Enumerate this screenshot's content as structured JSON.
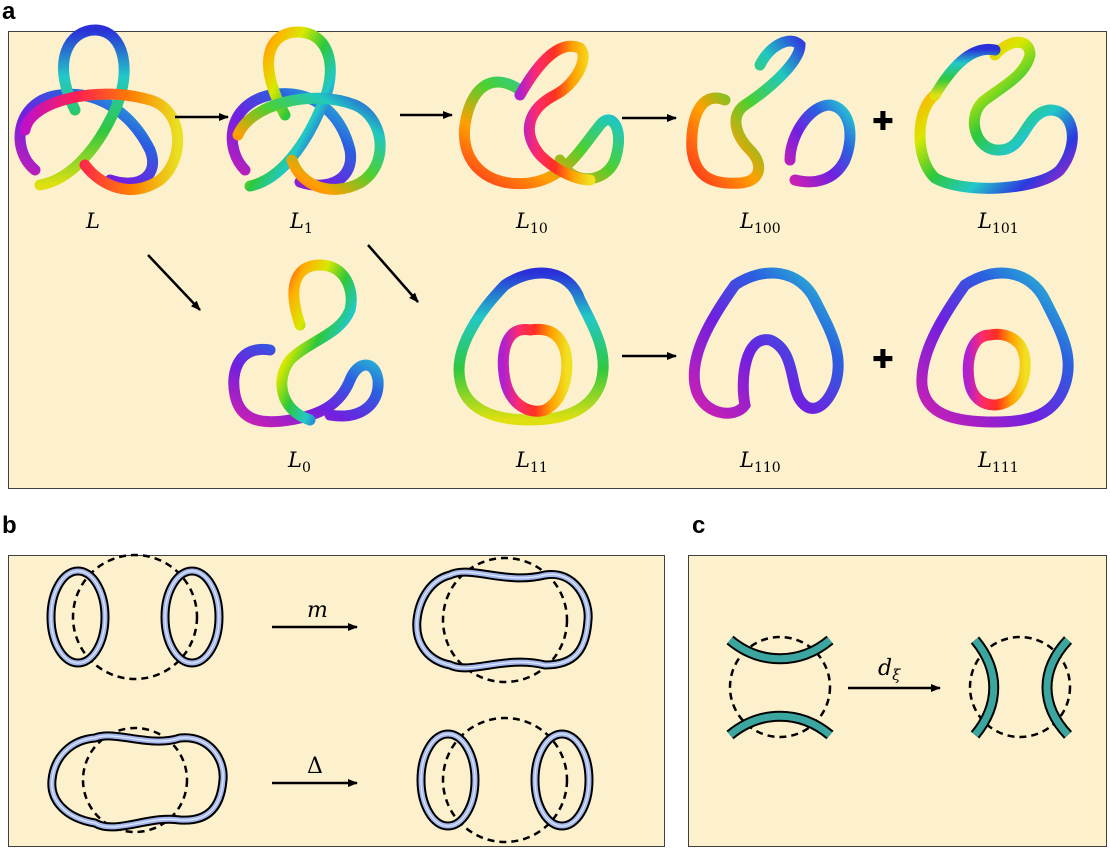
{
  "panel_labels": {
    "a": "a",
    "b": "b",
    "c": "c"
  },
  "panel_a": {
    "knots": [
      {
        "name": "L",
        "sub": ""
      },
      {
        "name": "L",
        "sub": "1"
      },
      {
        "name": "L",
        "sub": "10"
      },
      {
        "name": "L",
        "sub": "100"
      },
      {
        "name": "L",
        "sub": "101"
      },
      {
        "name": "L",
        "sub": "0"
      },
      {
        "name": "L",
        "sub": "11"
      },
      {
        "name": "L",
        "sub": "110"
      },
      {
        "name": "L",
        "sub": "111"
      }
    ],
    "plus_sign": "✚"
  },
  "panel_b": {
    "merge_label": "m",
    "split_label": "Δ",
    "tube_color": "#a6b9ef"
  },
  "panel_c": {
    "map_label": "d",
    "map_sub": "ξ",
    "tube_color": "#3aa69f"
  }
}
